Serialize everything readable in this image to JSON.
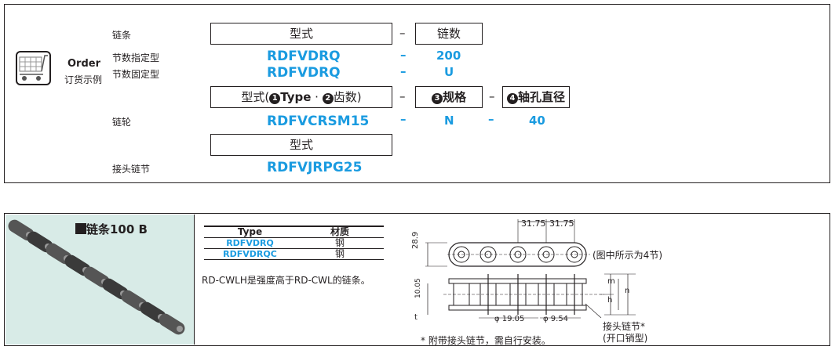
{
  "order": {
    "title_en": "Order",
    "title_cn": "订货示例",
    "rows": [
      {
        "label": "链条"
      },
      {
        "label": "节数指定型",
        "code": "RDFVDRQ",
        "value": "200"
      },
      {
        "label": "节数固定型",
        "code": "RDFVDRQ",
        "value": "U"
      },
      {
        "label": "链轮",
        "code": "RDFVCRSM15",
        "value": "N",
        "value2": "40"
      },
      {
        "label": "接头链节",
        "code": "RDFVJRPG25"
      }
    ],
    "frames": {
      "type": "型式",
      "links": "链数",
      "sprocket_type_prefix": "型式(",
      "circle1": "1",
      "type_word": "Type",
      "dot": "·",
      "circle2": "2",
      "teeth": "齿数)",
      "circle3": "3",
      "spec": "规格",
      "circle4": "4",
      "bore": "轴孔直径",
      "joint_type": "型式"
    },
    "dash": "–"
  },
  "spec": {
    "title": "链条100 B",
    "table": {
      "headers": [
        "Type",
        "材质"
      ],
      "rows": [
        [
          "RDFVDRQ",
          "钢"
        ],
        [
          "RDFVDRQC",
          "钢"
        ]
      ]
    },
    "note": "RD-CWLH是强度高于RD-CWL的链条。",
    "drawing": {
      "dim_pitch1": "31.75",
      "dim_pitch2": "31.75",
      "dim_height": "28.9",
      "dim_width": "10.05",
      "dim_t": "t",
      "dim_d1": "φ 19.05",
      "dim_d2": "φ 9.54",
      "dim_m": "m",
      "dim_h": "h",
      "dim_n": "n",
      "caption": "(图中所示为4节)",
      "joint_label": "接头链节*",
      "joint_type": "(开口销型)",
      "footnote": "* 附带接头链节，需自行安装。"
    }
  }
}
